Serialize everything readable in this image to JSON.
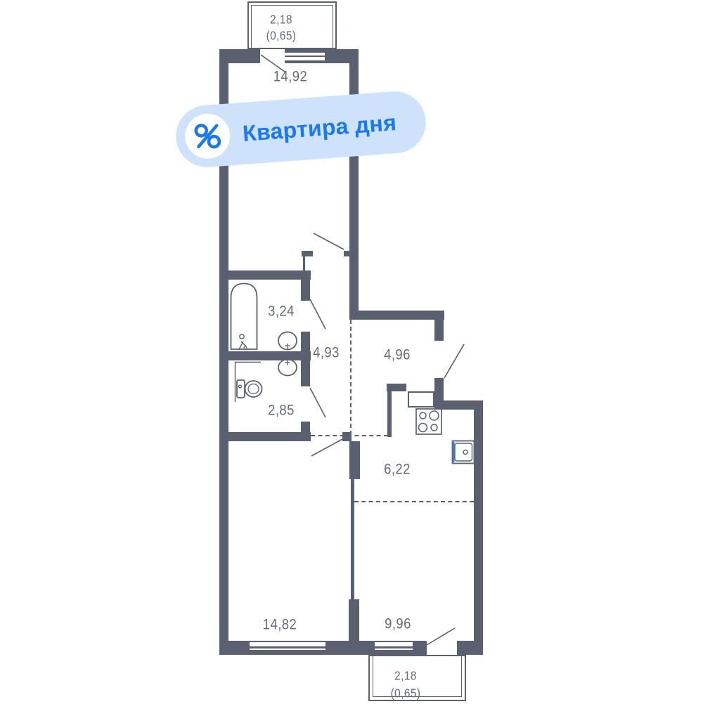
{
  "badge": {
    "label": "Квартира дня",
    "icon": "percent-icon",
    "background_color": "#cee3fb",
    "text_color": "#1a78f3"
  },
  "plan": {
    "wall_color": "#5a6070",
    "label_color": "#646a76",
    "sink_accent_color": "#4a72d8",
    "rooms": {
      "bedroom": {
        "area": "14,92"
      },
      "bathroom": {
        "area": "3,24"
      },
      "hallway": {
        "area": "4,93"
      },
      "entry_hall": {
        "area": "4,96"
      },
      "wc": {
        "area": "2,85"
      },
      "kitchen": {
        "area": "6,22"
      },
      "living_room": {
        "area": "14,82"
      },
      "bedroom2": {
        "area": "9,96"
      }
    },
    "balconies": {
      "top": {
        "area": "2,18",
        "area_coefficient": "(0,65)"
      },
      "bottom": {
        "area": "2,18",
        "area_coefficient": "(0,65)"
      }
    },
    "fixtures": [
      "bathtub-icon",
      "bath-sink-icon",
      "wc-sink-icon",
      "toilet-icon",
      "stove-icon",
      "kitchen-sink-icon"
    ]
  }
}
